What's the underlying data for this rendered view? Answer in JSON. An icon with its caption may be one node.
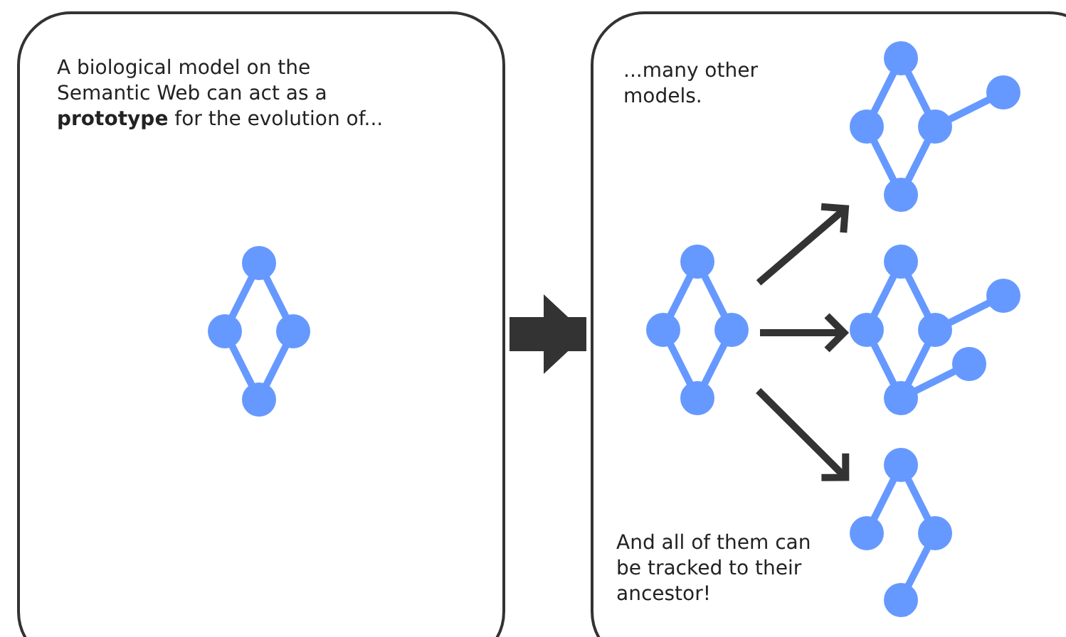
{
  "diagram": {
    "nodes": [
      {
        "text": [
          "A biological model on the Semantic Web can act as a **prototype** for the evolution of..."
        ]
      },
      {
        "text": [
          "...many other models.",
          "And all of them can be tracked to their ancestor!"
        ]
      },
      {
        "text": [],
        "shape": "network",
        "in": 0
      },
      {
        "text": [],
        "shape": "network",
        "in": 1
      },
      {
        "text": [],
        "shape": "network",
        "in": 1
      },
      {
        "text": [],
        "shape": "network",
        "in": 1
      },
      {
        "text": [],
        "shape": "network",
        "in": 1
      }
    ],
    "edges": [
      {
        "from": 0,
        "to": 1,
        "arrow": "to",
        "style": "thick"
      },
      {
        "from": 3,
        "to": 4,
        "arrow": "to"
      },
      {
        "from": 3,
        "to": 5,
        "arrow": "to"
      },
      {
        "from": 3,
        "to": 6,
        "arrow": "to"
      }
    ]
  }
}
